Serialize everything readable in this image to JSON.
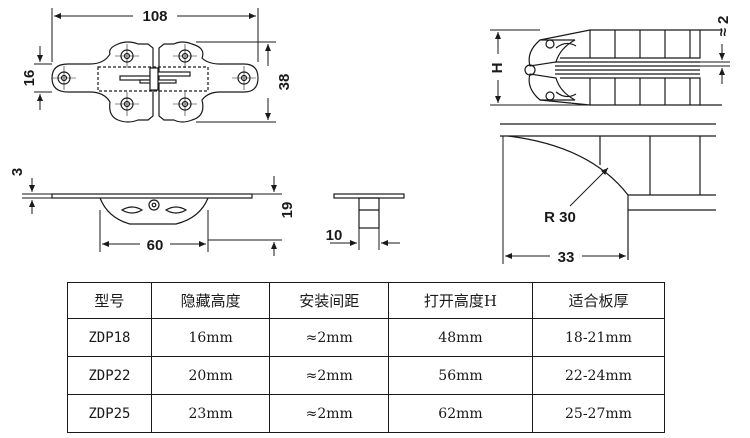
{
  "diagram": {
    "labels": {
      "width_108": "108",
      "height_16": "16",
      "height_38": "38",
      "thickness_3": "3",
      "depth_19": "19",
      "span_60": "60",
      "offset_10": "10",
      "gap_approx_2": "≈ 2",
      "open_height_H": "H",
      "radius_30": "R 30",
      "reach_33": "33"
    }
  },
  "spec_table": {
    "headers": [
      "型号",
      "隐藏高度",
      "安装间距",
      "打开高度H",
      "适合板厚"
    ],
    "rows": [
      [
        "ZDP18",
        "16mm",
        "≈2mm",
        "48mm",
        "18-21mm"
      ],
      [
        "ZDP22",
        "20mm",
        "≈2mm",
        "56mm",
        "22-24mm"
      ],
      [
        "ZDP25",
        "23mm",
        "≈2mm",
        "62mm",
        "25-27mm"
      ]
    ]
  }
}
